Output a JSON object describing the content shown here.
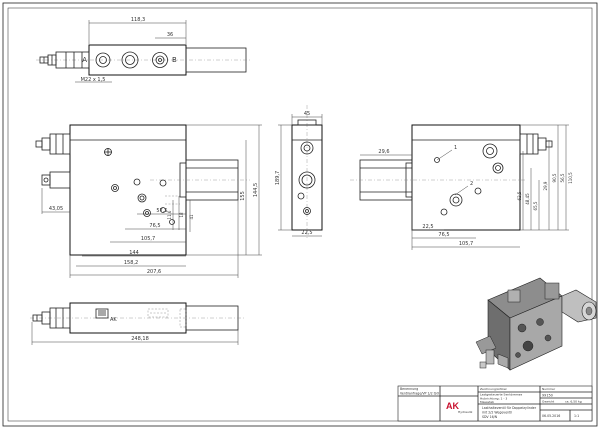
{
  "top_view": {
    "port_a": "A",
    "port_b": "B",
    "dim_length": "118,3",
    "dim_offset": "36",
    "thread_label": "M22 x 1,5"
  },
  "front_view": {
    "dims_right": [
      "155",
      "144,5"
    ],
    "dim_left_small": "43,05",
    "dims_bottom_inner": [
      "57,5",
      "76,5",
      "105,7",
      "144",
      "158,2",
      "207,6"
    ],
    "dims_small": [
      "11,6",
      "18",
      "41"
    ]
  },
  "side_view": {
    "dim_top": "45",
    "dim_left": "189,7",
    "dim_bottom": "22,5"
  },
  "right_view": {
    "dim_left": "29,6",
    "dims_right": [
      "62,5",
      "48,45",
      "65,5",
      "29,9",
      "90,5",
      "56,5",
      "110,5"
    ],
    "dims_bottom": [
      "22,5",
      "76,5",
      "105,7"
    ],
    "callout_1": "1",
    "callout_2": "2"
  },
  "bottom_view": {
    "engraving": "AK",
    "dim_total": "248,18"
  },
  "title_block": {
    "company_logo": "AK",
    "company_sub": "Hydraulik",
    "cell_left_1": "Benennung",
    "cell_left_2": "Ventilanfrage/VP 1/2 ISO",
    "cell_mid_1": "Zeichnung/Artikel",
    "cell_mid_2": "Lastgesteuerte Senkbremse",
    "cell_mid_3": "Hubrichtung: 1 - 3",
    "cell_mid_4": "Massstab",
    "cell_mid_5": "Lasthalteventil für Doppelzylinder",
    "cell_mid_6": "mit 2/2 Wegeventil",
    "cell_mid_7": "SDV 16/N",
    "cell_right_1": "Nummer",
    "cell_right_2": "99150",
    "cell_right_3": "Gewicht",
    "cell_right_4": "ca. 6,50 kg",
    "cell_right_5": "06.05.2016",
    "cell_right_6": "1:1"
  }
}
